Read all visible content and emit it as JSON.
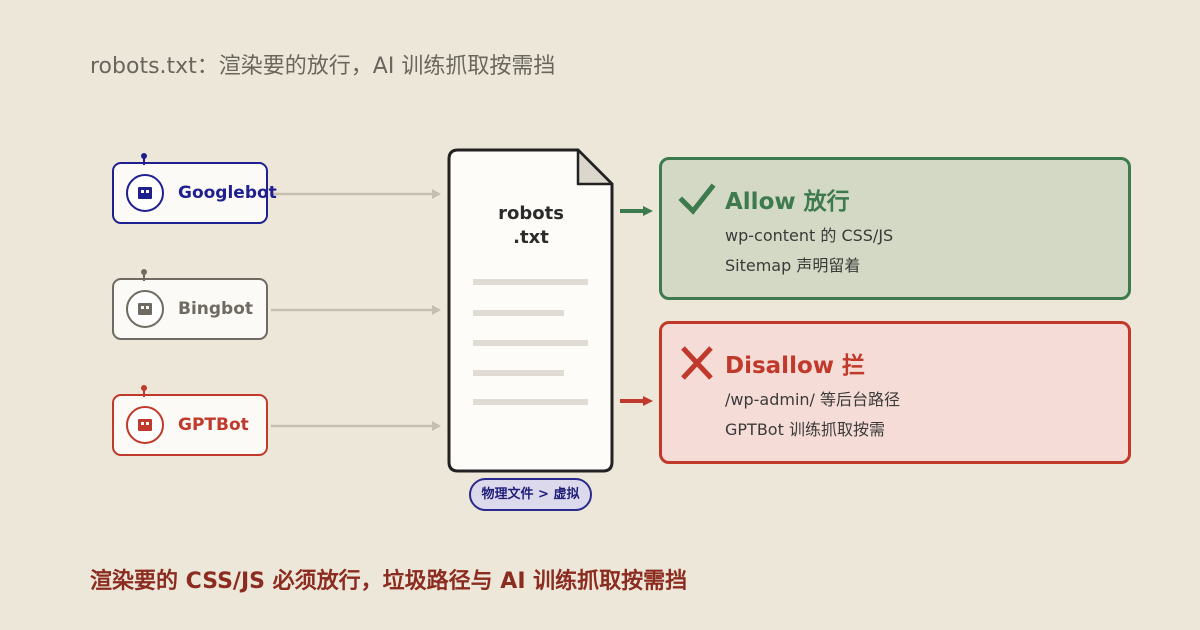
{
  "title": "robots.txt：渲染要的放行，AI 训练抓取按需挡",
  "bots": [
    {
      "name": "Googlebot",
      "color": "#1f1f8f"
    },
    {
      "name": "Bingbot",
      "color": "#6f6a62"
    },
    {
      "name": "GPTBot",
      "color": "#c0392b"
    }
  ],
  "document": {
    "line1": "robots",
    "line2": ".txt",
    "tag": "物理文件 > 虚拟"
  },
  "allow": {
    "title": "Allow 放行",
    "icon": "check-icon",
    "items": [
      "wp-content 的 CSS/JS",
      "Sitemap 声明留着"
    ],
    "color": "#3d7a4e"
  },
  "disallow": {
    "title": "Disallow 拦",
    "icon": "cross-icon",
    "items": [
      "/wp-admin/ 等后台路径",
      "GPTBot 训练抓取按需"
    ],
    "color": "#c0392b"
  },
  "footer": "渲染要的 CSS/JS 必须放行，垃圾路径与 AI 训练抓取按需挡"
}
